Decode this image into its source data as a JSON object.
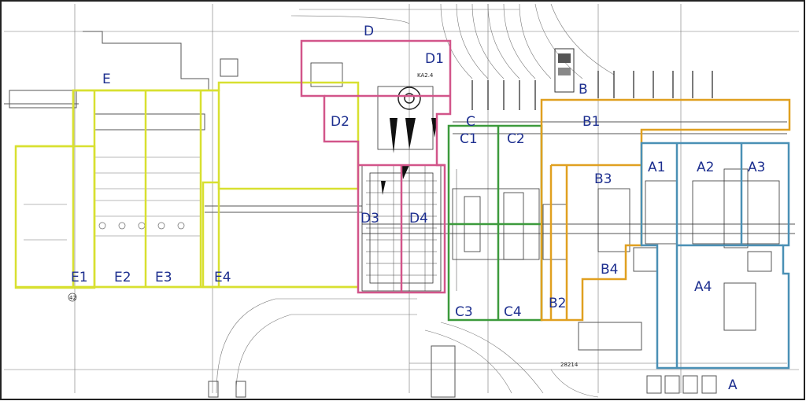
{
  "zone_colors": {
    "A": "#4a90b5",
    "B": "#e0a020",
    "C": "#3c9a3c",
    "D": "#d2558a",
    "E": "#d8e030"
  },
  "labels": {
    "A": "A",
    "A1": "A1",
    "A2": "A2",
    "A3": "A3",
    "A4": "A4",
    "B": "B",
    "B1": "B1",
    "B2": "B2",
    "B3": "B3",
    "B4": "B4",
    "C": "C",
    "C1": "C1",
    "C2": "C2",
    "C3": "C3",
    "C4": "C4",
    "D": "D",
    "D1": "D1",
    "D2": "D2",
    "D3": "D3",
    "D4": "D4",
    "E": "E",
    "E1": "E1",
    "E2": "E2",
    "E3": "E3",
    "E4": "E4"
  },
  "drawing_text": {
    "ka_tag": "KA2.4",
    "dimension": "28214",
    "marker": "42"
  }
}
